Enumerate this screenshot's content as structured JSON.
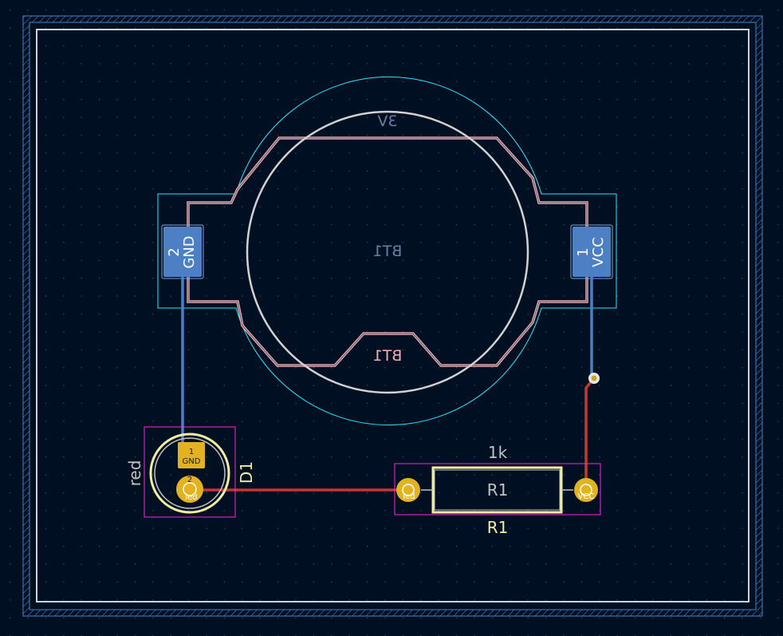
{
  "pcb": {
    "colors": {
      "background": "#001023",
      "grid_dot": "#3a4a66",
      "edge_cuts": "#c8d4e0",
      "front_copper": "#c83434",
      "back_copper": "#4d7fc4",
      "front_silkscreen": "#f2eda1",
      "back_silkscreen": "#e8b2b4",
      "fab_outline": "#c2c2c2",
      "back_fab_text": "#6f7da0",
      "courtyard_front": "#ff26e2",
      "courtyard_back": "#26e9ff",
      "tht_pad": "#e2b31e",
      "smd_back_pad": "#4d7fc4",
      "via": "#e2b31e"
    },
    "footprints": {
      "bt1": {
        "value_label": "3V",
        "reference_fab": "BT1",
        "reference_silk": "BT1",
        "pad_gnd_number": "2",
        "pad_gnd_net": "GND",
        "pad_vcc_number": "1",
        "pad_vcc_net": "VCC"
      },
      "d1": {
        "reference": "D1",
        "value": "red",
        "pad_1_number": "1",
        "pad_1_net": "GND",
        "pad_2_number": "2",
        "pad_2_net": "led"
      },
      "r1": {
        "value": "1k",
        "reference_fab": "R1",
        "reference_silk": "R1",
        "pad_1_net": "led",
        "pad_2_net": "VCC"
      }
    }
  }
}
